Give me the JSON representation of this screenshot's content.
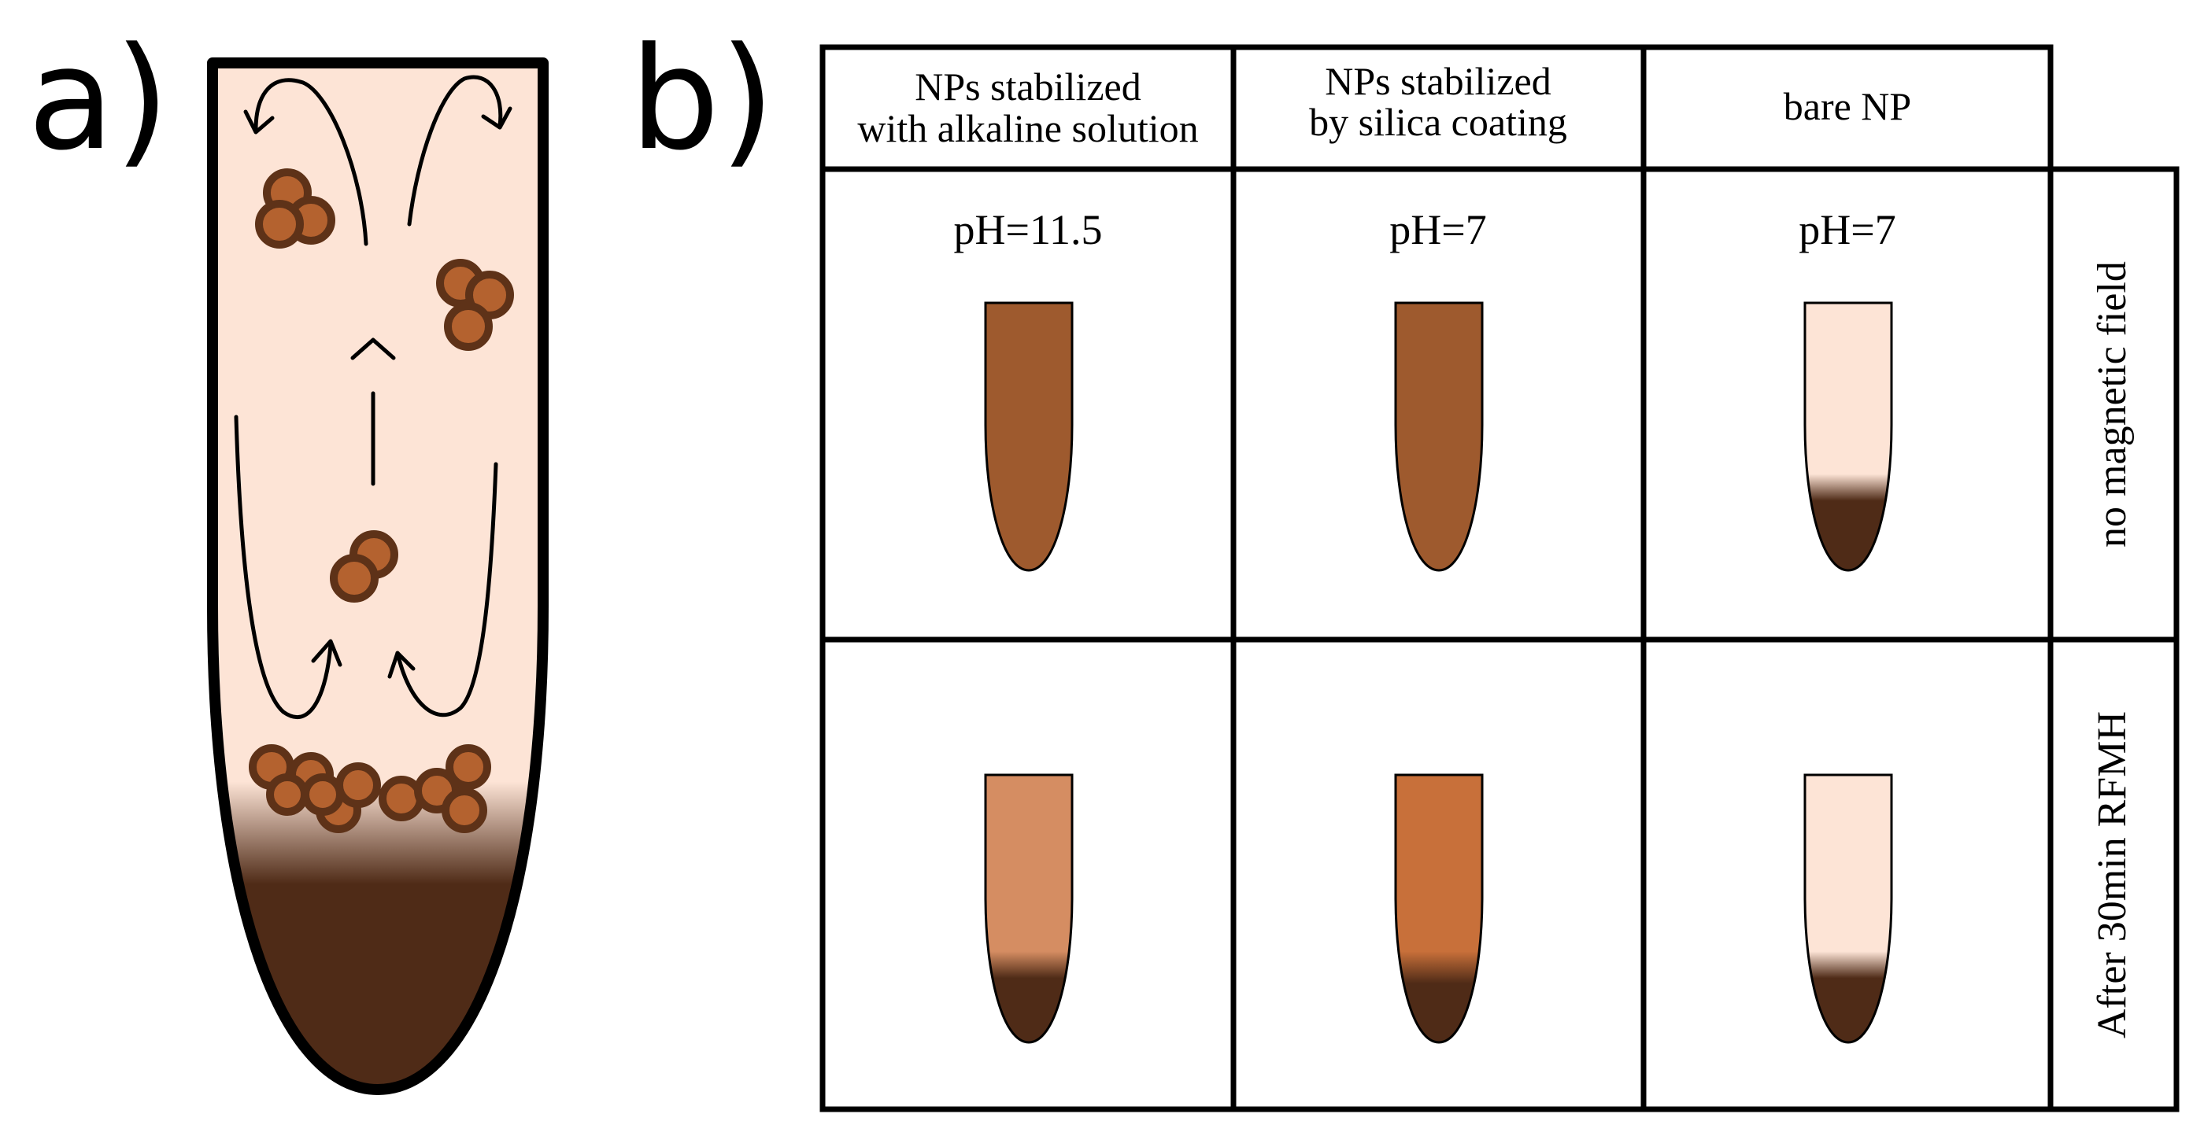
{
  "panel_a": {
    "label": "a)"
  },
  "panel_b": {
    "label": "b)",
    "columns": [
      {
        "line1": "NPs stabilized",
        "line2": "with alkaline solution"
      },
      {
        "line1": "NPs stabilized",
        "line2": "by silica coating"
      },
      {
        "line1": "bare NP",
        "line2": ""
      }
    ],
    "rows": [
      {
        "label": "no magnetic field",
        "ph": [
          "pH=11.5",
          "pH=7",
          "pH=7"
        ]
      },
      {
        "label": "After 30min RFMH",
        "ph": [
          "",
          "",
          ""
        ]
      }
    ]
  },
  "colors": {
    "liquid_light": "#fde4d6",
    "np_dark_brown": "#9e5a2e",
    "sediment": "#4f2b17",
    "particle_fill": "#b4622f",
    "particle_stroke": "#5e3218",
    "alkaline_after": "#d58d62",
    "silica_after": "#c8703a"
  }
}
